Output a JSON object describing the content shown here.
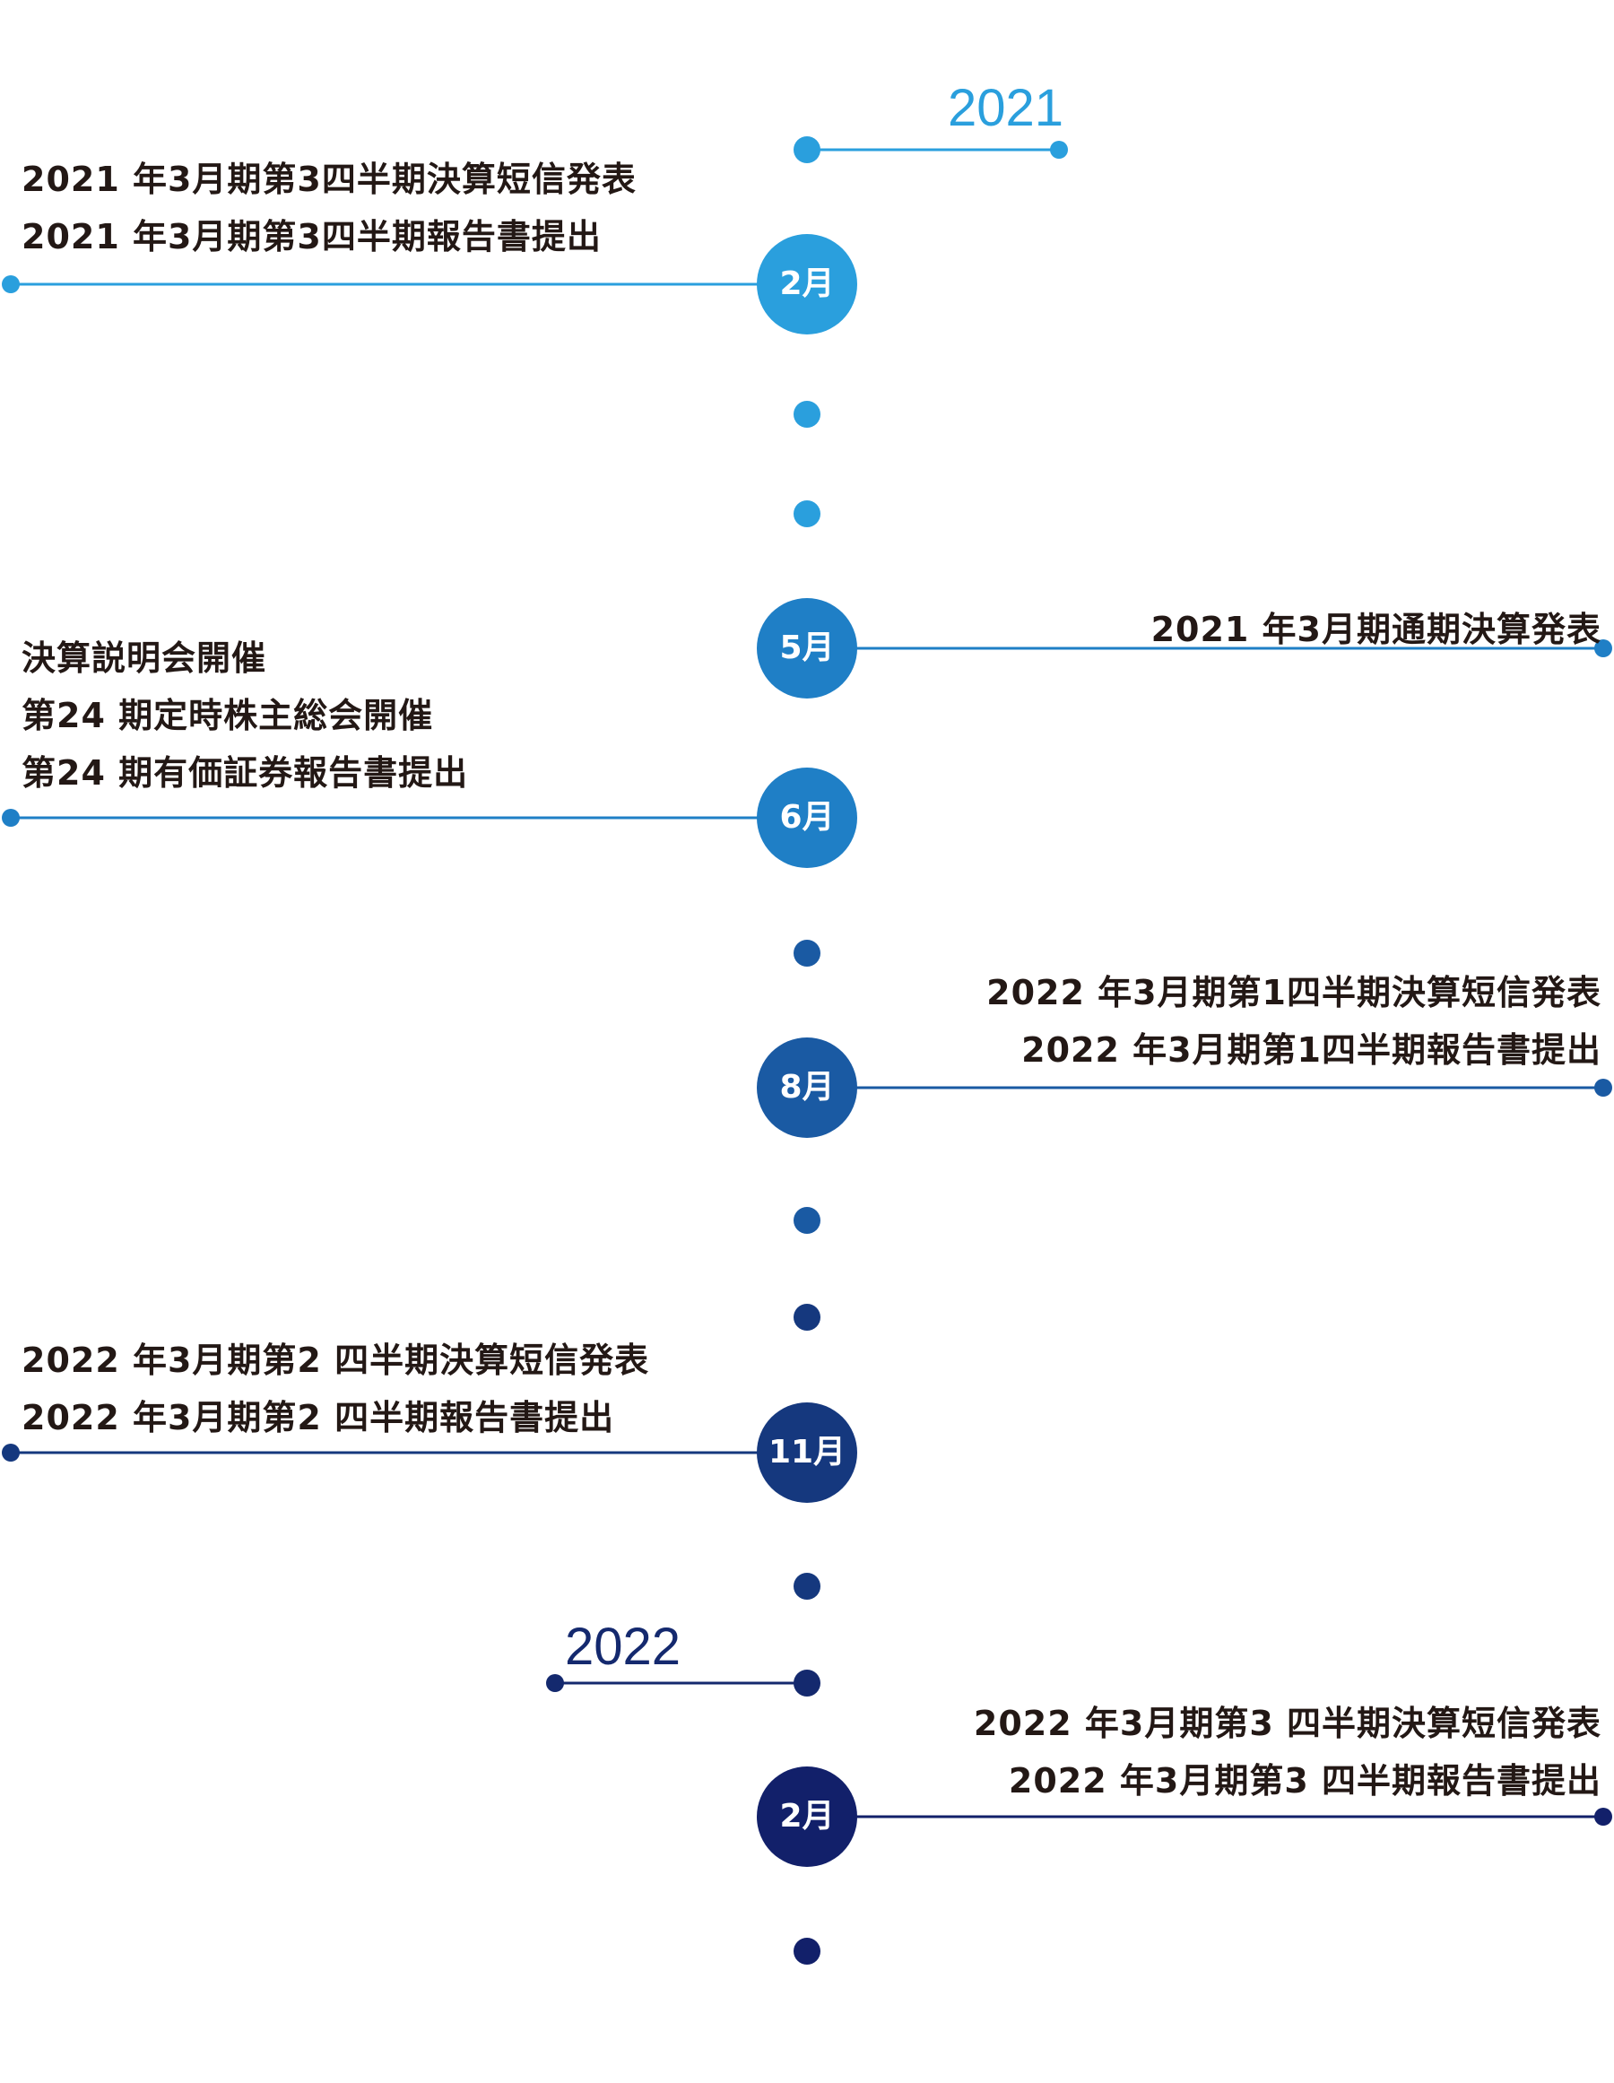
{
  "colors": {
    "text": "#231815",
    "gradient": [
      "#2a9fdd",
      "#1f7fc6",
      "#1a5aa3",
      "#15387e",
      "#12206a"
    ],
    "year_2021": "#2a9fdd",
    "year_2022": "#14296e"
  },
  "years": [
    {
      "label": "2021"
    },
    {
      "label": "2022"
    }
  ],
  "months": [
    {
      "label": "2月"
    },
    {
      "label": "5月"
    },
    {
      "label": "6月"
    },
    {
      "label": "8月"
    },
    {
      "label": "11月"
    },
    {
      "label": "2月"
    }
  ],
  "events": [
    {
      "side": "left",
      "lines": [
        "2021 年3月期第3四半期決算短信発表",
        "2021 年3月期第3四半期報告書提出"
      ]
    },
    {
      "side": "right",
      "lines": [
        "2021 年3月期通期決算発表"
      ]
    },
    {
      "side": "left",
      "lines": [
        "決算説明会開催",
        "第24 期定時株主総会開催",
        "第24 期有価証券報告書提出"
      ]
    },
    {
      "side": "right",
      "lines": [
        "2022 年3月期第1四半期決算短信発表",
        "2022 年3月期第1四半期報告書提出"
      ]
    },
    {
      "side": "left",
      "lines": [
        "2022 年3月期第2 四半期決算短信発表",
        "2022 年3月期第2 四半期報告書提出"
      ]
    },
    {
      "side": "right",
      "lines": [
        "2022 年3月期第3 四半期決算短信発表",
        "2022 年3月期第3 四半期報告書提出"
      ]
    }
  ]
}
